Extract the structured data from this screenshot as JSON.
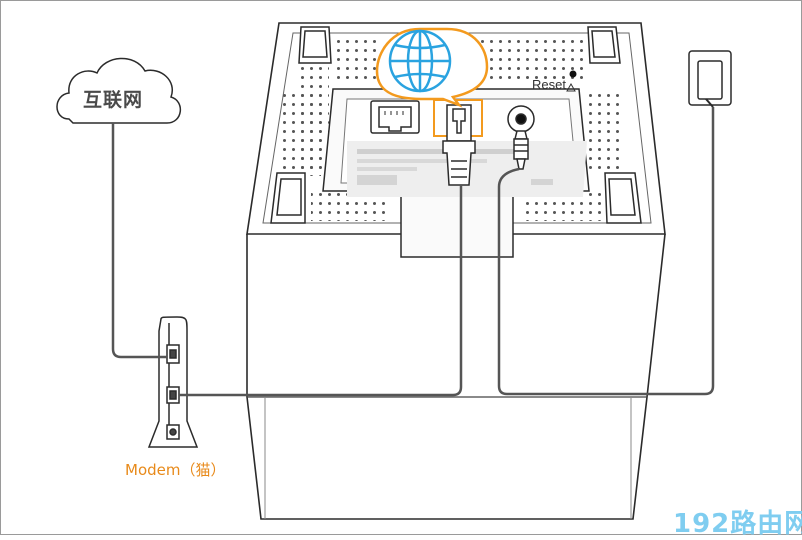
{
  "labels": {
    "cloud": "互联网",
    "modem": "Modem（猫）",
    "reset": "Reset",
    "watermark": "192路由网"
  },
  "icons": {
    "cloud": "cloud-icon",
    "globe": "globe-icon",
    "modem": "modem-device-icon",
    "router": "router-device-icon",
    "power_adapter": "power-adapter-icon",
    "rj45": "rj45-plug-icon",
    "power_plug": "dc-power-plug-icon"
  },
  "colors": {
    "stroke": "#2b2b2b",
    "accent_orange": "#f39a1e",
    "globe_blue": "#2aa3e0",
    "watermark_blue": "#7fcdf0",
    "cable": "#555555"
  }
}
